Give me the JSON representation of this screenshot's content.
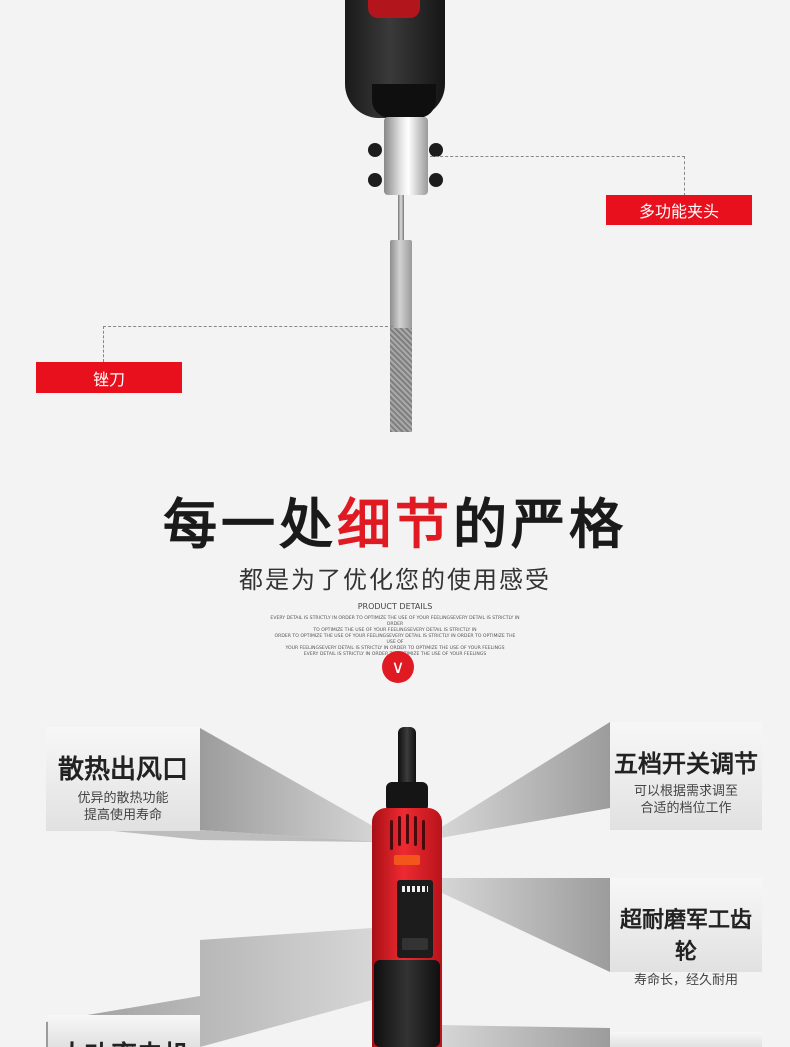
{
  "callouts": {
    "chuck_label": "多功能夹头",
    "file_label": "锉刀"
  },
  "heading": {
    "part1": "每一处",
    "part_red": "细节",
    "part2": "的严格",
    "subtitle": "都是为了优化您的使用感受",
    "en_title": "PRODUCT DETAILS",
    "en_line1": "EVERY DETAIL IS STRICTLY IN ORDER TO OPTIMIZE THE USE OF YOUR FEELINGSEVERY DETAIL IS STRICTLY IN ORDER",
    "en_line2": "TO OPTIMIZE THE USE OF YOUR FEELINGSEVERY DETAIL IS STRICTLY IN",
    "en_line3": "ORDER TO OPTIMIZE THE USE OF YOUR FEELINGSEVERY DETAIL IS STRICTLY IN ORDER TO OPTIMIZE THE USE OF",
    "en_line4": "YOUR FEELINGSEVERY DETAIL IS STRICTLY IN ORDER TO OPTIMIZE THE USE OF YOUR FEELINGS",
    "en_line5": "EVERY DETAIL IS STRICTLY IN ORDER TO OPTIMIZE THE USE OF YOUR FEELINGS",
    "chevron": "∨"
  },
  "features": {
    "vent": {
      "title": "散热出风口",
      "desc1": "优异的散热功能",
      "desc2": "提高使用寿命"
    },
    "switch": {
      "title": "五档开关调节",
      "desc1": "可以根据需求调至",
      "desc2": "合适的档位工作"
    },
    "gear": {
      "title": "超耐磨军工齿轮",
      "desc1": "寿命长，经久耐用"
    },
    "partial": {
      "title": "大功率电机"
    }
  },
  "colors": {
    "accent": "#e01a22",
    "tag_red": "#e8101c"
  }
}
